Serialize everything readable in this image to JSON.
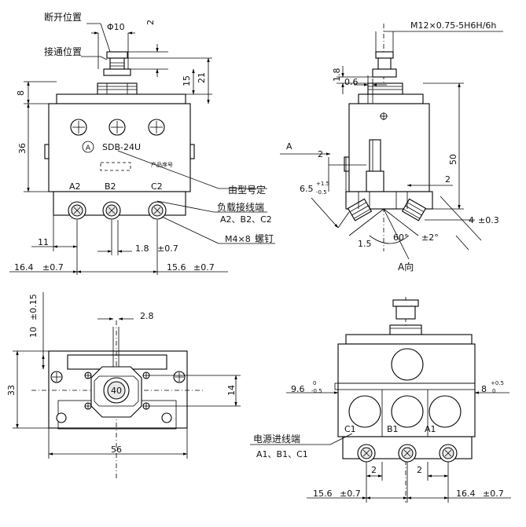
{
  "labels": {
    "off_position": "断开位置",
    "on_position": "接通位置",
    "model_name": "由型号定",
    "load_terminal": "负载接线端",
    "load_terminal_list": "A2、B2、C2",
    "screw_spec": "M4×8",
    "screw_label": "螺钉",
    "product_mark": "SDB-24U",
    "small_note": "产品序号",
    "circle_a": "A",
    "power_terminal": "电源进线端",
    "power_terminal_list": "A1、B1、C1",
    "direction_a": "A",
    "view_a": "A向",
    "thread_spec": "M12×0.75-5H6H/6h"
  },
  "terminals": {
    "a2": "A2",
    "b2": "B2",
    "c2": "C2",
    "c1": "C1",
    "b1": "B1",
    "a1": "A1"
  },
  "dimensions": {
    "phi10": "Φ10",
    "d2_top": "2",
    "d15": "15",
    "d21": "21",
    "d8": "8",
    "d36": "36",
    "d11": "11",
    "d1_8_bottom": "1.8",
    "d1_8_bottom_tol": "±0.7",
    "d16_4": "16.4",
    "d16_4_tol": "±0.7",
    "d15_6": "15.6",
    "d15_6_tol": "±0.7",
    "d1_8_side": "1.8",
    "d0_6": "0.6",
    "d2_side": "2",
    "d2_side_b": "2",
    "d50": "50",
    "d6_5": "6.5",
    "d6_5_up": "+1.5",
    "d6_5_low": "-0.5",
    "d4": "4",
    "d4_tol": "±0.3",
    "d1_5": "1.5",
    "d60": "60°",
    "d2deg": "±2°",
    "d10": "10",
    "d10_tol": "±0.15",
    "d2_8": "2.8",
    "d33": "33",
    "d14": "14",
    "d56": "56",
    "d40": "40",
    "d9_6": "9.6",
    "d9_6_up": "0",
    "d9_6_low": "-0.5",
    "d8_r": "8",
    "d8_r_up": "+0.5",
    "d8_r_low": "0",
    "d2_br_a": "2",
    "d2_br_b": "2",
    "d15_6_br": "15.6",
    "d15_6_br_tol": "±0.7",
    "d16_4_br": "16.4",
    "d16_4_br_tol": "±0.7"
  }
}
